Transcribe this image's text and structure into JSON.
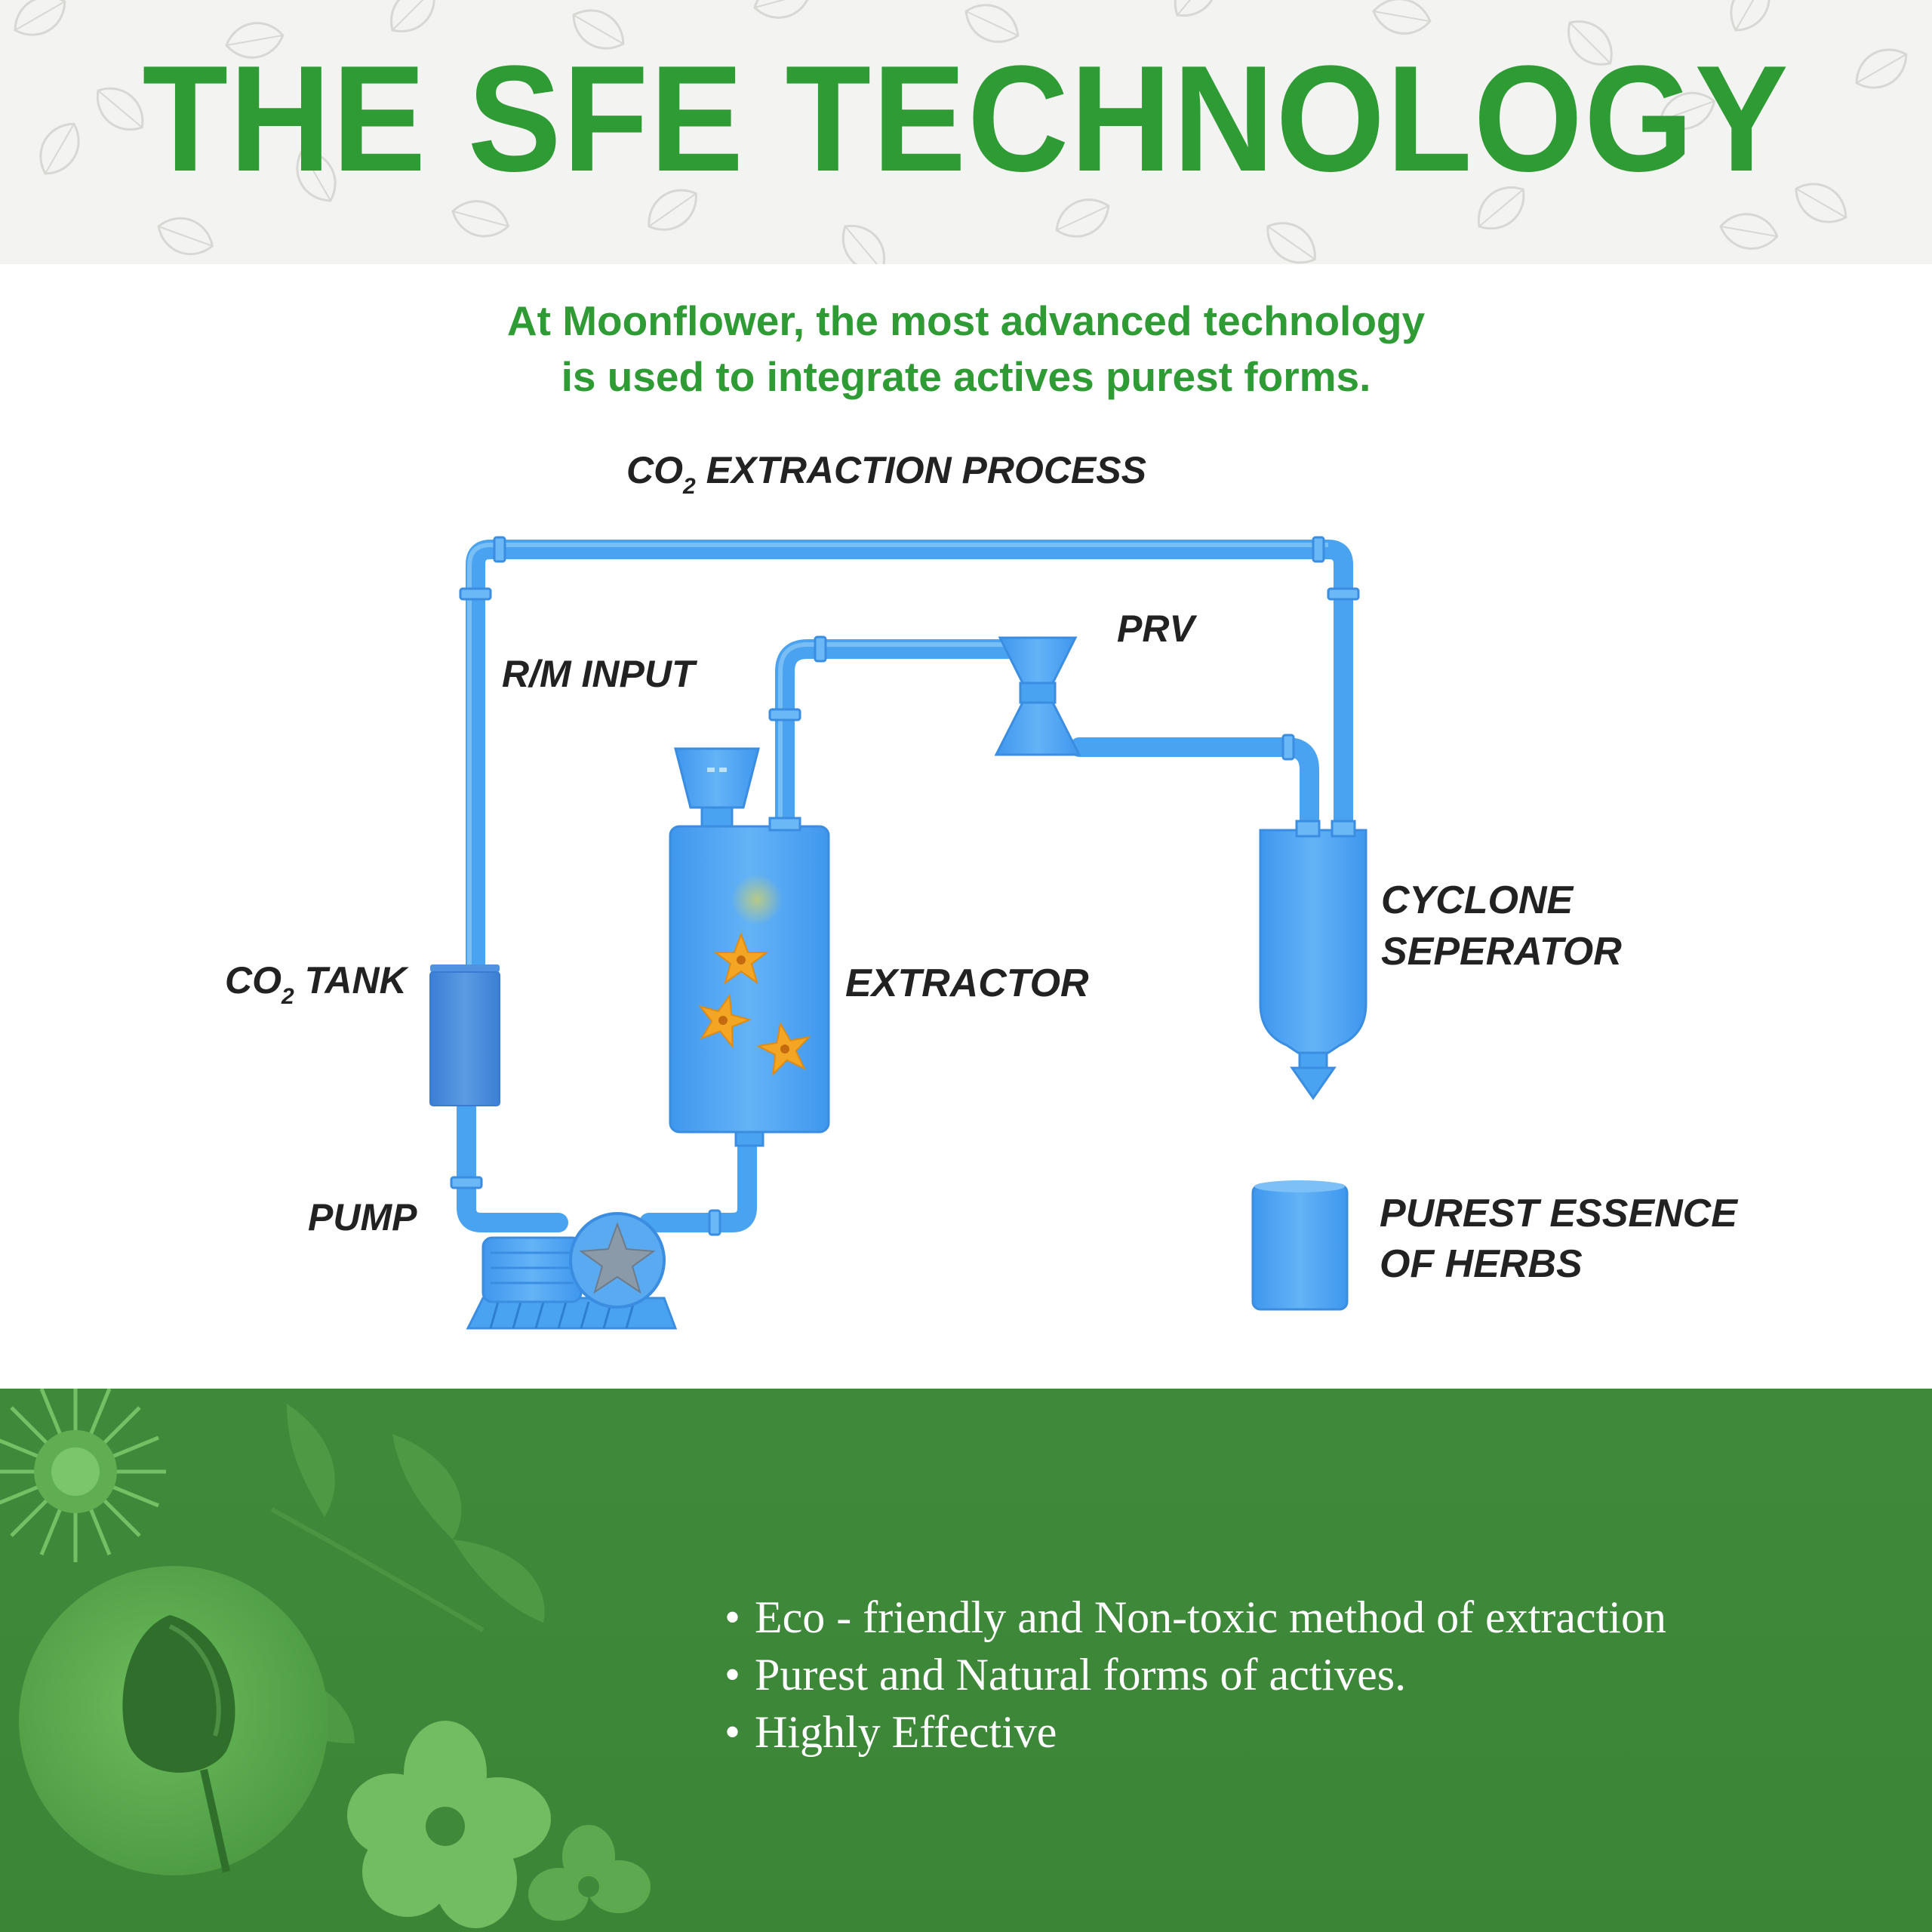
{
  "header": {
    "title": "THE SFE TECHNOLOGY"
  },
  "intro": {
    "line1": "At Moonflower, the most advanced technology",
    "line2": "is used to integrate actives purest forms."
  },
  "diagram": {
    "title_prefix": "CO",
    "title_subscript": "2",
    "title_suffix": " EXTRACTION PROCESS",
    "labels": {
      "prv": "PRV",
      "rm_input": "R/M INPUT",
      "cyclone_line1": "CYCLONE",
      "cyclone_line2": "SEPERATOR",
      "tank_prefix": "CO",
      "tank_subscript": "2",
      "tank_suffix": " TANK",
      "extractor": "EXTRACTOR",
      "pump": "PUMP",
      "essence_line1": "PUREST ESSENCE",
      "essence_line2": "OF HERBS"
    },
    "colors": {
      "pipe": "#4aa3f0",
      "pipe_light": "#7cc0f7",
      "tank": "#3f86d8",
      "flower": "#f2a623"
    }
  },
  "benefits": {
    "bullet": "•",
    "items": [
      "Eco - friendly and Non-toxic method of extraction",
      "Purest and Natural forms of actives.",
      "Highly Effective"
    ]
  }
}
